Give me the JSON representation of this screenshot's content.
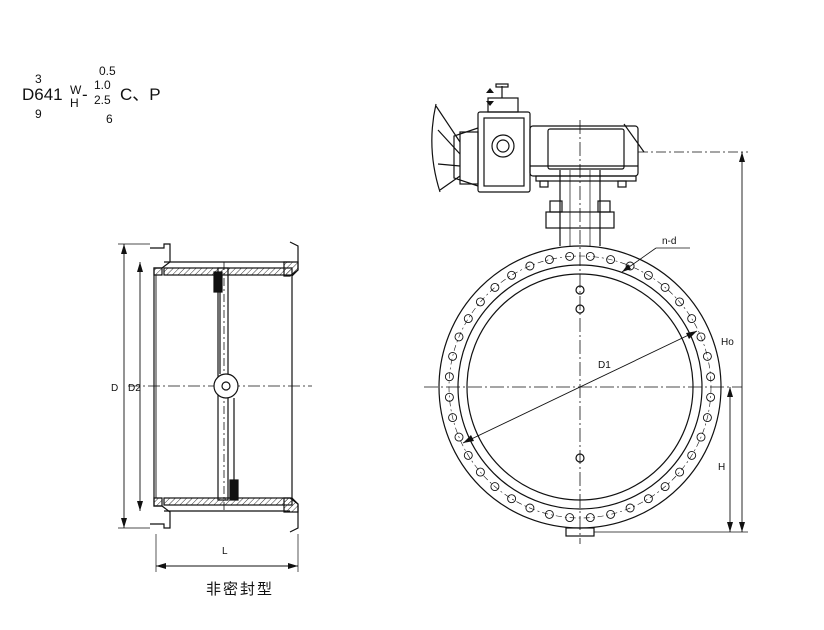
{
  "model_code": {
    "sup_left": "3",
    "sub_left": "9",
    "base": "D641",
    "sup_mid": "W",
    "sub_mid": "H",
    "dash": "-",
    "p_top": "0.5",
    "p_mid": "1.0",
    "p_low": "2.5",
    "p_bot": "6",
    "suffix": "C、P"
  },
  "side_view": {
    "label_d": "D",
    "label_d2": "D2",
    "label_l": "L"
  },
  "front_view": {
    "label_nd": "n-d",
    "label_d1": "D1",
    "label_ho": "Ho",
    "label_h": "H"
  },
  "caption": "非密封型",
  "colors": {
    "line": "#111111",
    "fill_dark": "#111111",
    "hatch": "#333333",
    "background": "#ffffff"
  }
}
